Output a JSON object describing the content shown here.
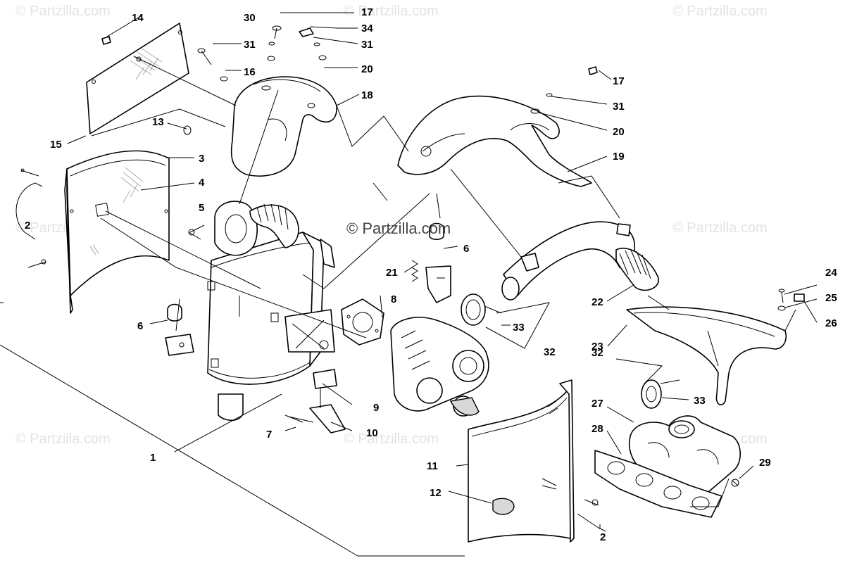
{
  "watermarks": {
    "center": "© Partzilla.com",
    "corner": "© Partzilla.com"
  },
  "callouts": {
    "c1": "1",
    "c2a": "2",
    "c2b": "2",
    "c3": "3",
    "c4": "4",
    "c5": "5",
    "c6a": "6",
    "c6b": "6",
    "c7": "7",
    "c8": "8",
    "c9": "9",
    "c10": "10",
    "c11": "11",
    "c12": "12",
    "c13": "13",
    "c14": "14",
    "c15": "15",
    "c16": "16",
    "c17a": "17",
    "c17b": "17",
    "c18": "18",
    "c19": "19",
    "c20a": "20",
    "c20b": "20",
    "c21": "21",
    "c22": "22",
    "c23": "23",
    "c24": "24",
    "c25": "25",
    "c26": "26",
    "c27": "27",
    "c28": "28",
    "c29": "29",
    "c30": "30",
    "c31a": "31",
    "c31b": "31",
    "c31c": "31",
    "c32a": "32",
    "c32b": "32",
    "c33a": "33",
    "c33b": "33",
    "c34": "34"
  },
  "colors": {
    "line": "#000000",
    "shade": "#d8d8d8",
    "watermark": "#e3e3e3"
  }
}
